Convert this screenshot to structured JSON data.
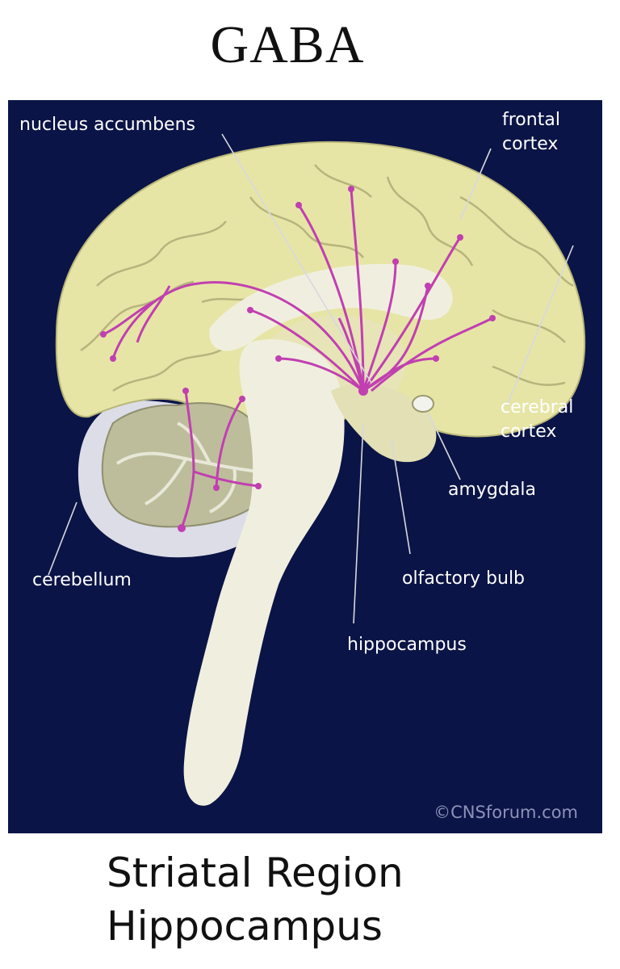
{
  "title": "GABA",
  "labels": {
    "nucleus_accumbens": "nucleus accumbens",
    "frontal_cortex": "frontal\ncortex",
    "cerebral_cortex": "cerebral\ncortex",
    "amygdala": "amygdala",
    "cerebellum": "cerebellum",
    "olfactory_bulb": "olfactory bulb",
    "hippocampus": "hippocampus"
  },
  "credit": "©CNSforum.com",
  "caption": {
    "line1": "Striatal Region",
    "line2": "Hippocampus"
  },
  "colors": {
    "background": "#0b1446",
    "cortex": "#e6e5a6",
    "cerebellum": "#bdbd9c",
    "inner": "#f0efdf",
    "pathway": "#c13fb0"
  }
}
